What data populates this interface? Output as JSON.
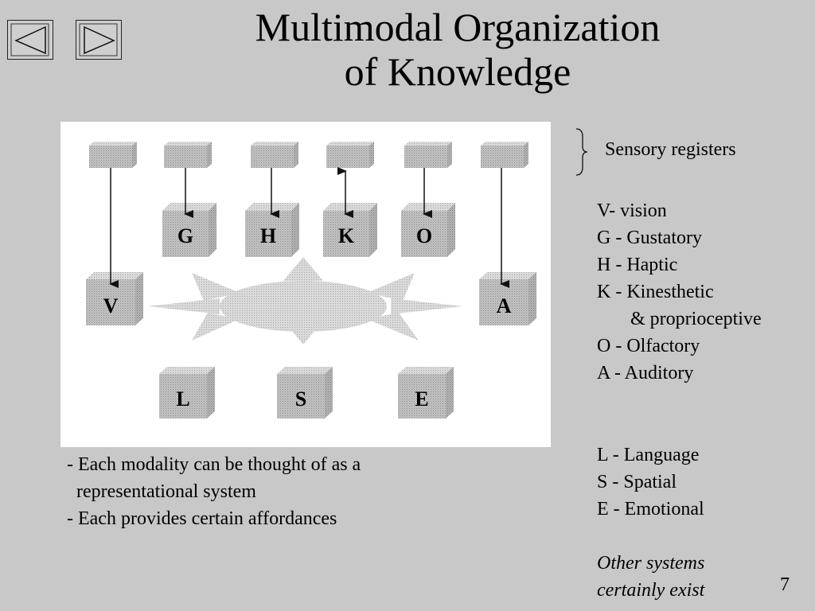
{
  "title": {
    "line1": "Multimodal Organization",
    "line2": "of Knowledge"
  },
  "nav": {
    "prev_icon": "triangle-left-icon",
    "next_icon": "triangle-right-icon"
  },
  "diagram": {
    "modalities_top": [
      "G",
      "H",
      "K",
      "O"
    ],
    "modalities_side": [
      "V",
      "A"
    ],
    "modalities_bottom": [
      "L",
      "S",
      "E"
    ],
    "labels": {
      "G": "G",
      "H": "H",
      "K": "K",
      "O": "O",
      "V": "V",
      "A": "A",
      "L": "L",
      "S": "S",
      "E": "E"
    }
  },
  "sensory_registers": "Sensory registers",
  "legend": [
    "V- vision",
    "G - Gustatory",
    "H - Haptic",
    "K - Kinesthetic",
    "& proprioceptive",
    "O - Olfactory",
    "A - Auditory"
  ],
  "legend2": [
    "L - Language",
    "S - Spatial",
    "E - Emotional"
  ],
  "other_systems": {
    "line1": "Other systems",
    "line2": "certainly exist"
  },
  "notes": {
    "line1": "- Each modality can be thought of as a",
    "line2": "representational system",
    "line3": "- Each provides certain affordances"
  },
  "page_number": "7"
}
